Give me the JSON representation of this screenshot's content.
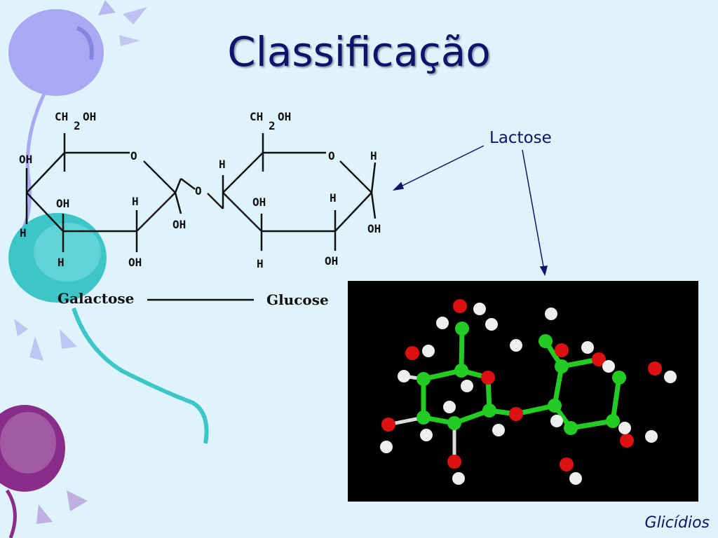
{
  "slide": {
    "title": "Classificação",
    "annotation": "Lactose",
    "footer": "Glicídios"
  },
  "structure": {
    "galactose_label": "Galactose",
    "glucose_label": "Glucose",
    "ch2oh": "CH",
    "sub2": "2",
    "oh": "OH",
    "h": "H",
    "o": "O"
  },
  "icons": [
    "balloon-decoration",
    "ball-and-stick-molecule",
    "arrow-icon"
  ],
  "colors": {
    "background": "#dff3fc",
    "title": "#10136b",
    "carbon": "#22cc22",
    "oxygen": "#dd1111",
    "hydrogen": "#eeeeee"
  }
}
